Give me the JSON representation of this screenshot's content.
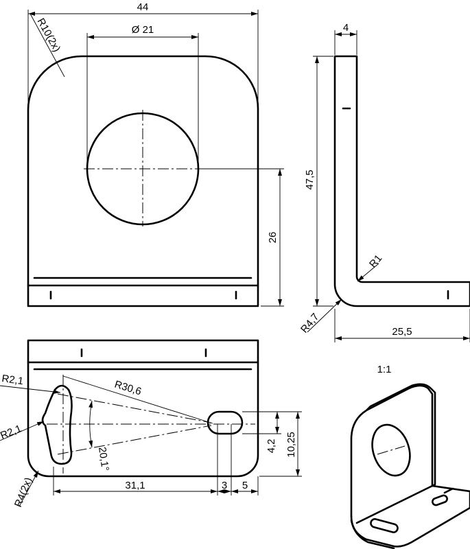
{
  "front_view": {
    "width_dim": "44",
    "hole_dim": "Ø 21",
    "corner_radius_dim": "R10(2x)",
    "hole_height_dim": "26"
  },
  "side_view": {
    "thickness_dim": "4",
    "height_dim": "47,5",
    "inner_radius_dim": "R1",
    "outer_radius_dim": "R4,7",
    "depth_dim": "25,5"
  },
  "bottom_view": {
    "slot_end_radius_top": "R2,1",
    "slot_end_radius_mid": "R2,1",
    "arc_radius_dim": "R30,6",
    "angle_dim": "20,1°",
    "corner_radius_dim": "R4(2x)",
    "slot_distance_dim": "31,1",
    "slot_length_dim": "3",
    "slot_edge_dim": "5",
    "slot_width_dim": "4,2",
    "slot_position_dim": "10,25"
  },
  "iso_view": {
    "scale_label": "1:1"
  }
}
